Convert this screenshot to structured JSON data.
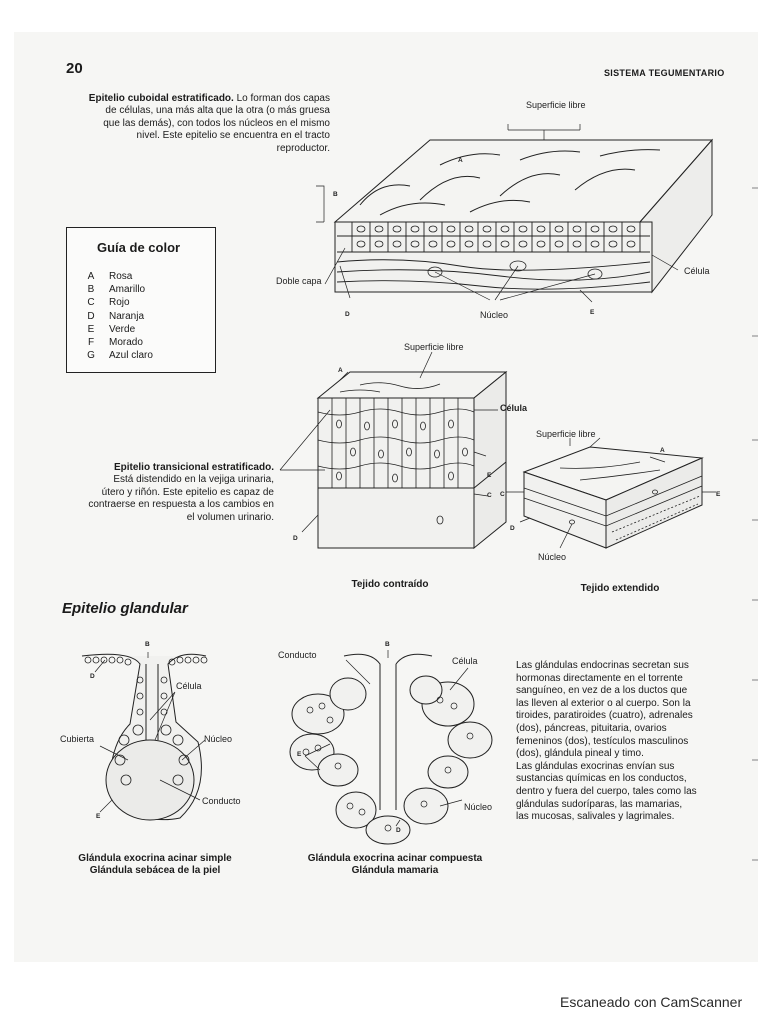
{
  "page": {
    "number": "20",
    "header": "SISTEMA TEGUMENTARIO",
    "footer": "Escaneado con CamScanner"
  },
  "cuboidal": {
    "title": "Epitelio cuboidal estratificado.",
    "lines": [
      "Lo forman dos capas",
      "de células, una más alta que la otra (o más gruesa",
      "que las demás), con todos los núcleos en el mismo",
      "nivel. Este epitelio se encuentra en el tracto",
      "reproductor."
    ],
    "labels": {
      "surface": "Superficie libre",
      "double": "Doble capa",
      "cell": "Célula",
      "nucleus": "Núcleo",
      "a": "A",
      "b": "B",
      "d": "D",
      "e": "E"
    }
  },
  "color_guide": {
    "title": "Guía de color",
    "items": [
      {
        "key": "A",
        "color": "Rosa"
      },
      {
        "key": "B",
        "color": "Amarillo"
      },
      {
        "key": "C",
        "color": "Rojo"
      },
      {
        "key": "D",
        "color": "Naranja"
      },
      {
        "key": "E",
        "color": "Verde"
      },
      {
        "key": "F",
        "color": "Morado"
      },
      {
        "key": "G",
        "color": "Azul claro"
      }
    ]
  },
  "transitional": {
    "title": "Epitelio transicional estratificado.",
    "lines": [
      "Está distendido en la vejiga urinaria,",
      "útero y riñón. Este epitelio es capaz de",
      "contraerse en respuesta a los cambios en",
      "el volumen urinario."
    ],
    "labels": {
      "surface_top": "Superficie libre",
      "cell": "Célula",
      "surface_right": "Superficie libre",
      "nucleus": "Núcleo",
      "a1": "A",
      "a2": "A",
      "c1": "C",
      "c2": "C",
      "d1": "D",
      "d2": "D",
      "e1": "E",
      "e2": "E"
    },
    "captions": {
      "contracted": "Tejido contraído",
      "extended": "Tejido extendido"
    }
  },
  "glandular": {
    "title": "Epitelio glandular",
    "labels": {
      "b1": "B",
      "d1": "D",
      "e1": "E",
      "cell1": "Célula",
      "cover": "Cubierta",
      "nucleus1": "Núcleo",
      "duct1": "Conducto",
      "duct2": "Conducto",
      "b2": "B",
      "cell2": "Célula",
      "e2": "E",
      "nucleus2": "Núcleo",
      "d2": "D"
    },
    "captions": {
      "simple_1": "Glándula exocrina acinar simple",
      "simple_2": "Glándula sebácea de la piel",
      "compound_1": "Glándula exocrina acinar compuesta",
      "compound_2": "Glándula mamaria"
    },
    "text_lines": [
      "Las glándulas endocrinas secretan sus",
      "hormonas directamente en el torrente",
      "sanguíneo, en vez de a los ductos que",
      "las lleven al exterior o al cuerpo. Son la",
      "tiroides, paratiroides (cuatro), adrenales",
      "(dos), páncreas, pituitaria, ovarios",
      "femeninos (dos), testículos masculinos",
      "(dos), glándula pineal y timo.",
      "Las glándulas exocrinas envían sus",
      "sustancias químicas en los conductos,",
      "dentro y fuera del cuerpo, tales como las",
      "glándulas sudoríparas, las mamarias,",
      "las mucosas, salivales y lagrimales."
    ]
  }
}
